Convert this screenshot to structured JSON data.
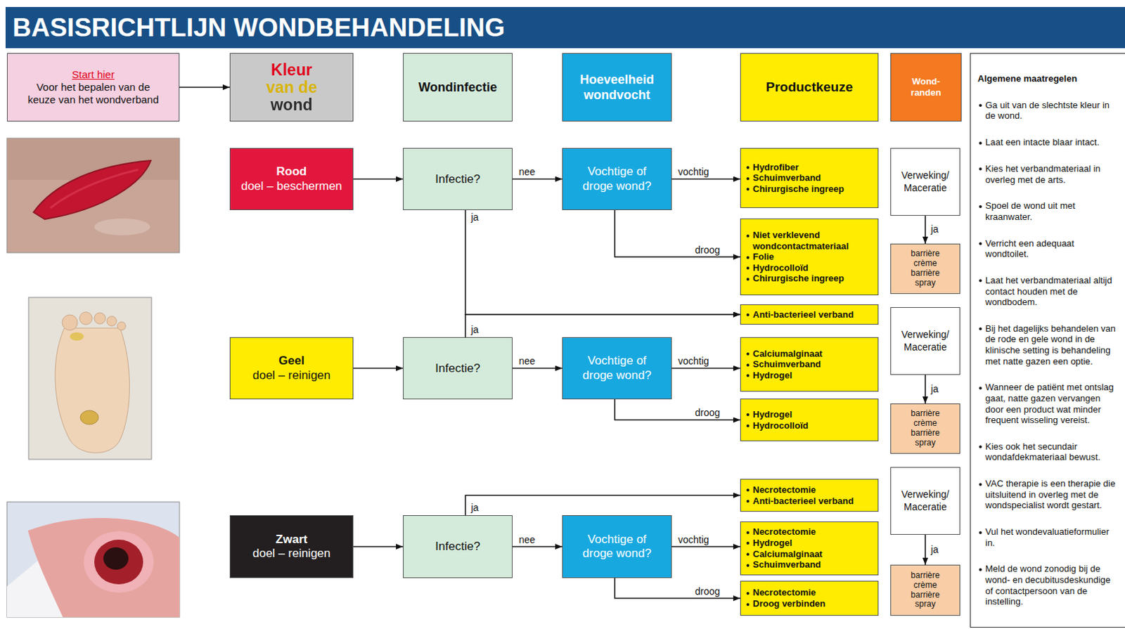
{
  "diagram": {
    "title": "BASISRICHTLIJN WONDBEHANDELING",
    "nodes": [
      {
        "text": [
          "Start hier",
          "Voor het bepalen van de keuze van het wondverband"
        ]
      },
      {
        "text": [
          "Kleur van de wond"
        ]
      },
      {
        "text": [
          "Wondinfectie"
        ]
      },
      {
        "text": [
          "Hoeveelheid wondvocht"
        ]
      },
      {
        "text": [
          "Productkeuze"
        ]
      },
      {
        "text": [
          "Wond- randen"
        ]
      },
      {
        "text": [
          "Algemene maatregelen",
          "Ga uit van de slechtste kleur in de wond.",
          "Laat een intacte blaar intact.",
          "Kies het verbandmateriaal in overleg met de arts.",
          "Spoel de wond uit met kraanwater.",
          "Verricht een adequaat wondtoilet.",
          "Laat het verbandmateriaal altijd contact houden met de wondbodem.",
          "Bij het dagelijks behandelen van de rode en gele wond in de klinische setting is behandeling met natte gazen een optie.",
          "Wanneer de patiënt met ontslag gaat, natte gazen vervangen door een product wat minder frequent wisseling vereist.",
          "Kies ook het secundair wondafdekmateriaal bewust.",
          "VAC therapie is een therapie die uitsluitend in overleg met de wondspecialist wordt gestart.",
          "Vul het wondevaluatieformulier in.",
          "Meld de wond zonodig bij de wond- en decubitusdeskundige of contactpersoon van de instelling."
        ]
      },
      {
        "text": [
          "Rood",
          "doel – beschermen"
        ]
      },
      {
        "text": [
          "Infectie?"
        ]
      },
      {
        "text": [
          "Vochtige of droge wond?"
        ]
      },
      {
        "text": [
          "Hydrofiber",
          "Schuimverband",
          "Chirurgische ingreep"
        ]
      },
      {
        "text": [
          "Niet verklevend wondcontactmateriaal",
          "Folie",
          "Hydrocolloïd",
          "Chirurgische ingreep"
        ]
      },
      {
        "text": [
          "Verweking/ Maceratie"
        ]
      },
      {
        "text": [
          "barrière crème",
          "barrière spray"
        ]
      },
      {
        "text": [
          "Anti-bacterieel verband"
        ]
      },
      {
        "text": [
          "Geel",
          "doel – reinigen"
        ]
      },
      {
        "text": [
          "Infectie?"
        ]
      },
      {
        "text": [
          "Vochtige of droge wond?"
        ]
      },
      {
        "text": [
          "Calciumalginaat",
          "Schuimverband",
          "Hydrogel"
        ]
      },
      {
        "text": [
          "Hydrogel",
          "Hydrocolloïd"
        ]
      },
      {
        "text": [
          "Verweking/ Maceratie"
        ]
      },
      {
        "text": [
          "barrière crème",
          "barrière spray"
        ]
      },
      {
        "text": [
          "Zwart",
          "doel – reinigen"
        ]
      },
      {
        "text": [
          "Infectie?"
        ]
      },
      {
        "text": [
          "Vochtige of droge wond?"
        ]
      },
      {
        "text": [
          "Necrotectomie",
          "Anti-bacterieel verband"
        ]
      },
      {
        "text": [
          "Necrotectomie",
          "Hydrogel",
          "Calciumalginaat",
          "Schuimverband"
        ]
      },
      {
        "text": [
          "Necrotectomie",
          "Droog verbinden"
        ]
      },
      {
        "text": [
          "Verweking/ Maceratie"
        ]
      },
      {
        "text": [
          "barrière crème",
          "barrière spray"
        ]
      }
    ],
    "edges": [
      {
        "from": 0,
        "to": 1,
        "arrow": "to"
      },
      {
        "from": 7,
        "to": 8,
        "arrow": "to"
      },
      {
        "from": 8,
        "to": 9,
        "label": "nee",
        "arrow": "to"
      },
      {
        "from": 8,
        "to": 14,
        "label": "ja",
        "arrow": "to"
      },
      {
        "from": 9,
        "to": 10,
        "label": "vochtig",
        "arrow": "to"
      },
      {
        "from": 9,
        "to": 11,
        "label": "droog",
        "arrow": "to"
      },
      {
        "from": 12,
        "to": 13,
        "label": "ja",
        "arrow": "to"
      },
      {
        "from": 15,
        "to": 16,
        "arrow": "to"
      },
      {
        "from": 16,
        "to": 14,
        "label": "ja",
        "arrow": "to"
      },
      {
        "from": 16,
        "to": 17,
        "label": "nee",
        "arrow": "to"
      },
      {
        "from": 17,
        "to": 18,
        "label": "vochtig",
        "arrow": "to"
      },
      {
        "from": 17,
        "to": 19,
        "label": "droog",
        "arrow": "to"
      },
      {
        "from": 20,
        "to": 21,
        "label": "ja",
        "arrow": "to"
      },
      {
        "from": 22,
        "to": 23,
        "arrow": "to"
      },
      {
        "from": 23,
        "to": 25,
        "label": "ja",
        "arrow": "to"
      },
      {
        "from": 23,
        "to": 24,
        "label": "nee",
        "arrow": "to"
      },
      {
        "from": 24,
        "to": 26,
        "label": "vochtig",
        "arrow": "to"
      },
      {
        "from": 24,
        "to": 27,
        "label": "droog",
        "arrow": "to"
      },
      {
        "from": 28,
        "to": 29,
        "label": "ja",
        "arrow": "to"
      }
    ]
  }
}
